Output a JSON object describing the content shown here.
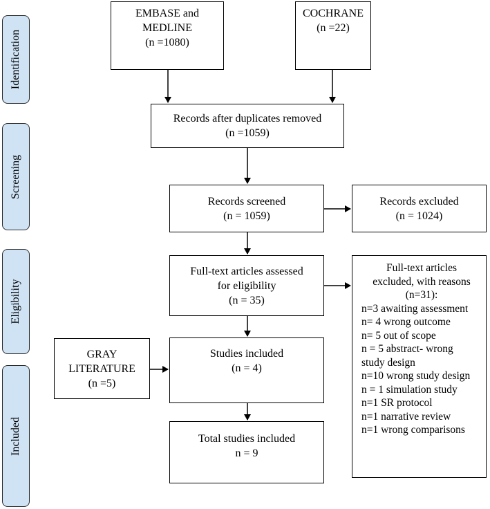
{
  "stages": {
    "identification": "Identification",
    "screening": "Screening",
    "eligibility": "Eligibility",
    "included": "Included"
  },
  "boxes": {
    "embase": [
      "EMBASE and",
      "MEDLINE",
      "(n =1080)"
    ],
    "cochrane": [
      "COCHRANE",
      "(n =22)"
    ],
    "duplicates_removed": [
      "Records after duplicates removed",
      "(n =1059)"
    ],
    "screened": [
      "Records screened",
      "(n = 1059)"
    ],
    "excluded": [
      "Records excluded",
      "(n = 1024)"
    ],
    "fulltext_assessed": [
      "Full-text articles assessed",
      "for eligibility",
      "(n = 35)"
    ],
    "studies_included": [
      "Studies included",
      "(n = 4)"
    ],
    "gray_literature": [
      "GRAY",
      "LITERATURE",
      "(n =5)"
    ],
    "total_included": [
      "Total studies included",
      "n = 9"
    ]
  },
  "fulltext_excluded": {
    "heading": [
      "Full-text articles",
      "excluded, with reasons",
      "(n=31):"
    ],
    "reasons": [
      "n=3 awaiting assessment",
      "n= 4 wrong outcome",
      "n= 5 out of scope",
      "n = 5 abstract- wrong",
      "study design",
      "n=10 wrong study design",
      "n = 1 simulation study",
      "n=1 SR protocol",
      "n=1 narrative review",
      "n=1 wrong comparisons"
    ]
  }
}
